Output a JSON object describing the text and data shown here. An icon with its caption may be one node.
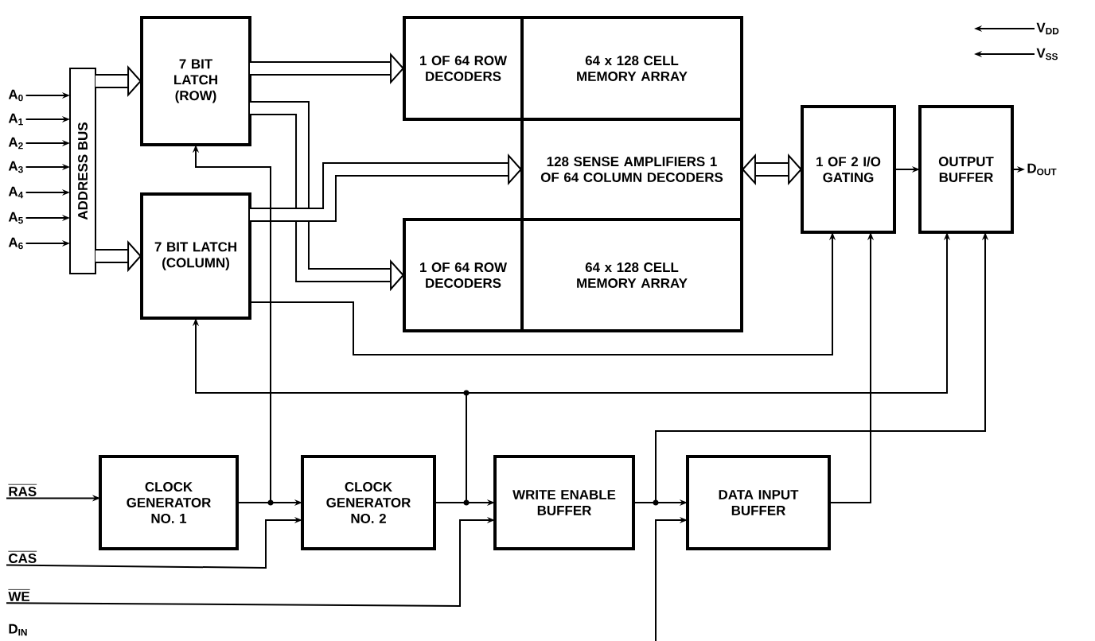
{
  "diagram": {
    "nodes": [
      {
        "text": [
          "ADDRESS BUS"
        ]
      },
      {
        "text": [
          "7 BIT LATCH (ROW)"
        ]
      },
      {
        "text": [
          "7 BIT LATCH (COLUMN)"
        ]
      },
      {
        "text": [
          "1 OF 64 ROW DECODERS"
        ]
      },
      {
        "text": [
          "64 x 128 CELL MEMORY ARRAY"
        ]
      },
      {
        "text": [
          "128 SENSE AMPLIFIERS 1 OF 64 COLUMN DECODERS"
        ]
      },
      {
        "text": [
          "1 OF 64 ROW DECODERS"
        ]
      },
      {
        "text": [
          "64 x 128 CELL MEMORY ARRAY"
        ]
      },
      {
        "text": [
          "1 OF 2 I/O GATING"
        ]
      },
      {
        "text": [
          "OUTPUT BUFFER"
        ]
      },
      {
        "text": [
          "CLOCK GENERATOR NO. 1"
        ]
      },
      {
        "text": [
          "CLOCK GENERATOR NO. 2"
        ]
      },
      {
        "text": [
          "WRITE ENABLE BUFFER"
        ]
      },
      {
        "text": [
          "DATA INPUT BUFFER"
        ]
      },
      {
        "text": [
          "A$_{0}$"
        ]
      },
      {
        "text": [
          "A$_{1}$"
        ]
      },
      {
        "text": [
          "A$_{2}$"
        ]
      },
      {
        "text": [
          "A$_{3}$"
        ]
      },
      {
        "text": [
          "A$_{4}$"
        ]
      },
      {
        "text": [
          "A$_{5}$"
        ]
      },
      {
        "text": [
          "A$_{6}$"
        ]
      },
      {
        "text": [
          "RAS"
        ]
      },
      {
        "text": [
          "CAS"
        ]
      },
      {
        "text": [
          "WE"
        ]
      },
      {
        "text": [
          "D$_{OUT}$"
        ]
      },
      {
        "text": [
          "V$_{DD}$"
        ]
      },
      {
        "text": [
          "V$_{SS}$"
        ]
      }
    ],
    "edges": [
      {
        "from": 14,
        "to": 0,
        "arrow": "to"
      },
      {
        "from": 15,
        "to": 0,
        "arrow": "to"
      },
      {
        "from": 16,
        "to": 0,
        "arrow": "to"
      },
      {
        "from": 17,
        "to": 0,
        "arrow": "to"
      },
      {
        "from": 18,
        "to": 0,
        "arrow": "to"
      },
      {
        "from": 19,
        "to": 0,
        "arrow": "to"
      },
      {
        "from": 20,
        "to": 0,
        "arrow": "to"
      },
      {
        "from": 0,
        "to": 1,
        "arrow": "to",
        "style": "thick"
      },
      {
        "from": 0,
        "to": 2,
        "arrow": "to",
        "style": "thick"
      },
      {
        "from": 1,
        "to": 3,
        "arrow": "to",
        "style": "thick"
      },
      {
        "from": 1,
        "to": 6,
        "arrow": "to",
        "style": "thick"
      },
      {
        "from": 2,
        "to": 5,
        "arrow": "to",
        "style": "thick"
      },
      {
        "from": 2,
        "to": 8,
        "arrow": "to"
      },
      {
        "from": 5,
        "to": 8,
        "arrow": "both",
        "style": "thick"
      },
      {
        "from": 8,
        "to": 9,
        "arrow": "to"
      },
      {
        "from": 9,
        "to": 24,
        "arrow": "to"
      },
      {
        "from": 21,
        "to": 10,
        "arrow": "to"
      },
      {
        "from": 10,
        "to": 11,
        "arrow": "to"
      },
      {
        "from": 10,
        "to": 1,
        "arrow": "to"
      },
      {
        "from": 11,
        "to": 12,
        "arrow": "to"
      },
      {
        "from": 11,
        "to": 2,
        "arrow": "to"
      },
      {
        "from": 11,
        "to": 9,
        "arrow": "to"
      },
      {
        "from": 22,
        "to": 11,
        "arrow": "to"
      },
      {
        "from": 12,
        "to": 13,
        "arrow": "to"
      },
      {
        "from": 12,
        "to": 9,
        "arrow": "to"
      },
      {
        "from": 23,
        "to": 12,
        "arrow": "to"
      },
      {
        "from": 13,
        "to": 8,
        "arrow": "to"
      },
      {
        "from": null,
        "to": 13,
        "arrow": "to"
      },
      {
        "from": 25,
        "to": null,
        "arrow": "to"
      },
      {
        "from": 26,
        "to": null,
        "arrow": "to"
      }
    ],
    "labels": [
      "D$_{IN}$"
    ]
  }
}
